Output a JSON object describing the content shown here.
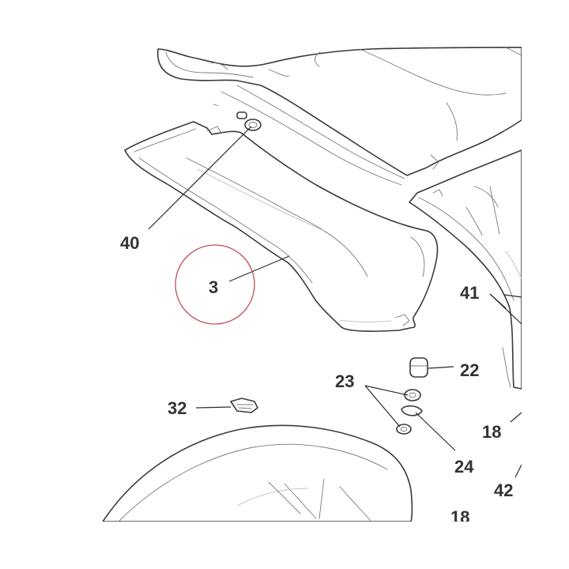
{
  "diagram": {
    "callouts": {
      "c40": "40",
      "c3": "3",
      "c41": "41",
      "c22": "22",
      "c23": "23",
      "c32": "32",
      "c18a": "18",
      "c24": "24",
      "c42": "42",
      "c18b": "18"
    },
    "colors": {
      "line": "#3a3a3a",
      "label": "#333333",
      "highlight_circle": "#c0505a"
    },
    "highlighted_callout": "3"
  }
}
